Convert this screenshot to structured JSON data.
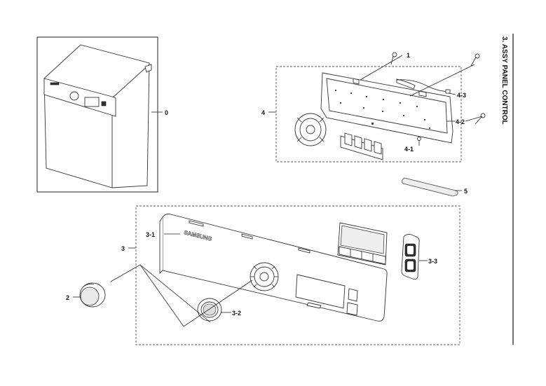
{
  "section_title": "3. ASSY PANEL CONTROL",
  "callouts": {
    "c0": "0",
    "c1": "1",
    "c2": "2",
    "c3": "3",
    "c3_1": "3-1",
    "c3_2": "3-2",
    "c3_3": "3-3",
    "c4": "4",
    "c4_1": "4-1",
    "c4_2": "4-2",
    "c4_3": "4-3",
    "c5": "5"
  },
  "brand_logo": "SAMSUNG"
}
